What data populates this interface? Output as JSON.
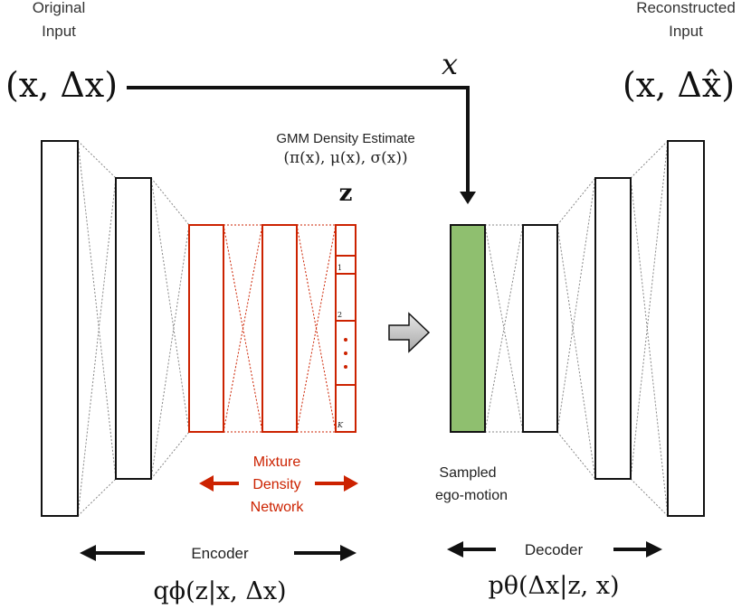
{
  "labels": {
    "original_input": [
      "Original",
      "Input"
    ],
    "original_input_math": "(x, Δx)",
    "skip_connection_label": "x",
    "reconstructed_input": [
      "Reconstructed",
      "Input"
    ],
    "reconstructed_input_math": "(x, Δx̂)",
    "gmm_title": "GMM Density Estimate",
    "gmm_params": "(π(x), μ(x), σ(x))",
    "latent_z": "z",
    "mdn_slot_labels": [
      "1",
      "2",
      "K"
    ],
    "mdn_label": [
      "Mixture",
      "Density",
      "Network"
    ],
    "sampled_label": [
      "Sampled",
      "ego-motion"
    ],
    "encoder_label": "Encoder",
    "encoder_math": "qϕ(z|x, Δx)",
    "decoder_label": "Decoder",
    "decoder_math": "pθ(Δx|z, x)"
  },
  "colors": {
    "mdn_red": "#cc2200",
    "sampled_green": "#8fbf6f",
    "outline": "#111111",
    "process_arrow": "#bdbdbd"
  }
}
